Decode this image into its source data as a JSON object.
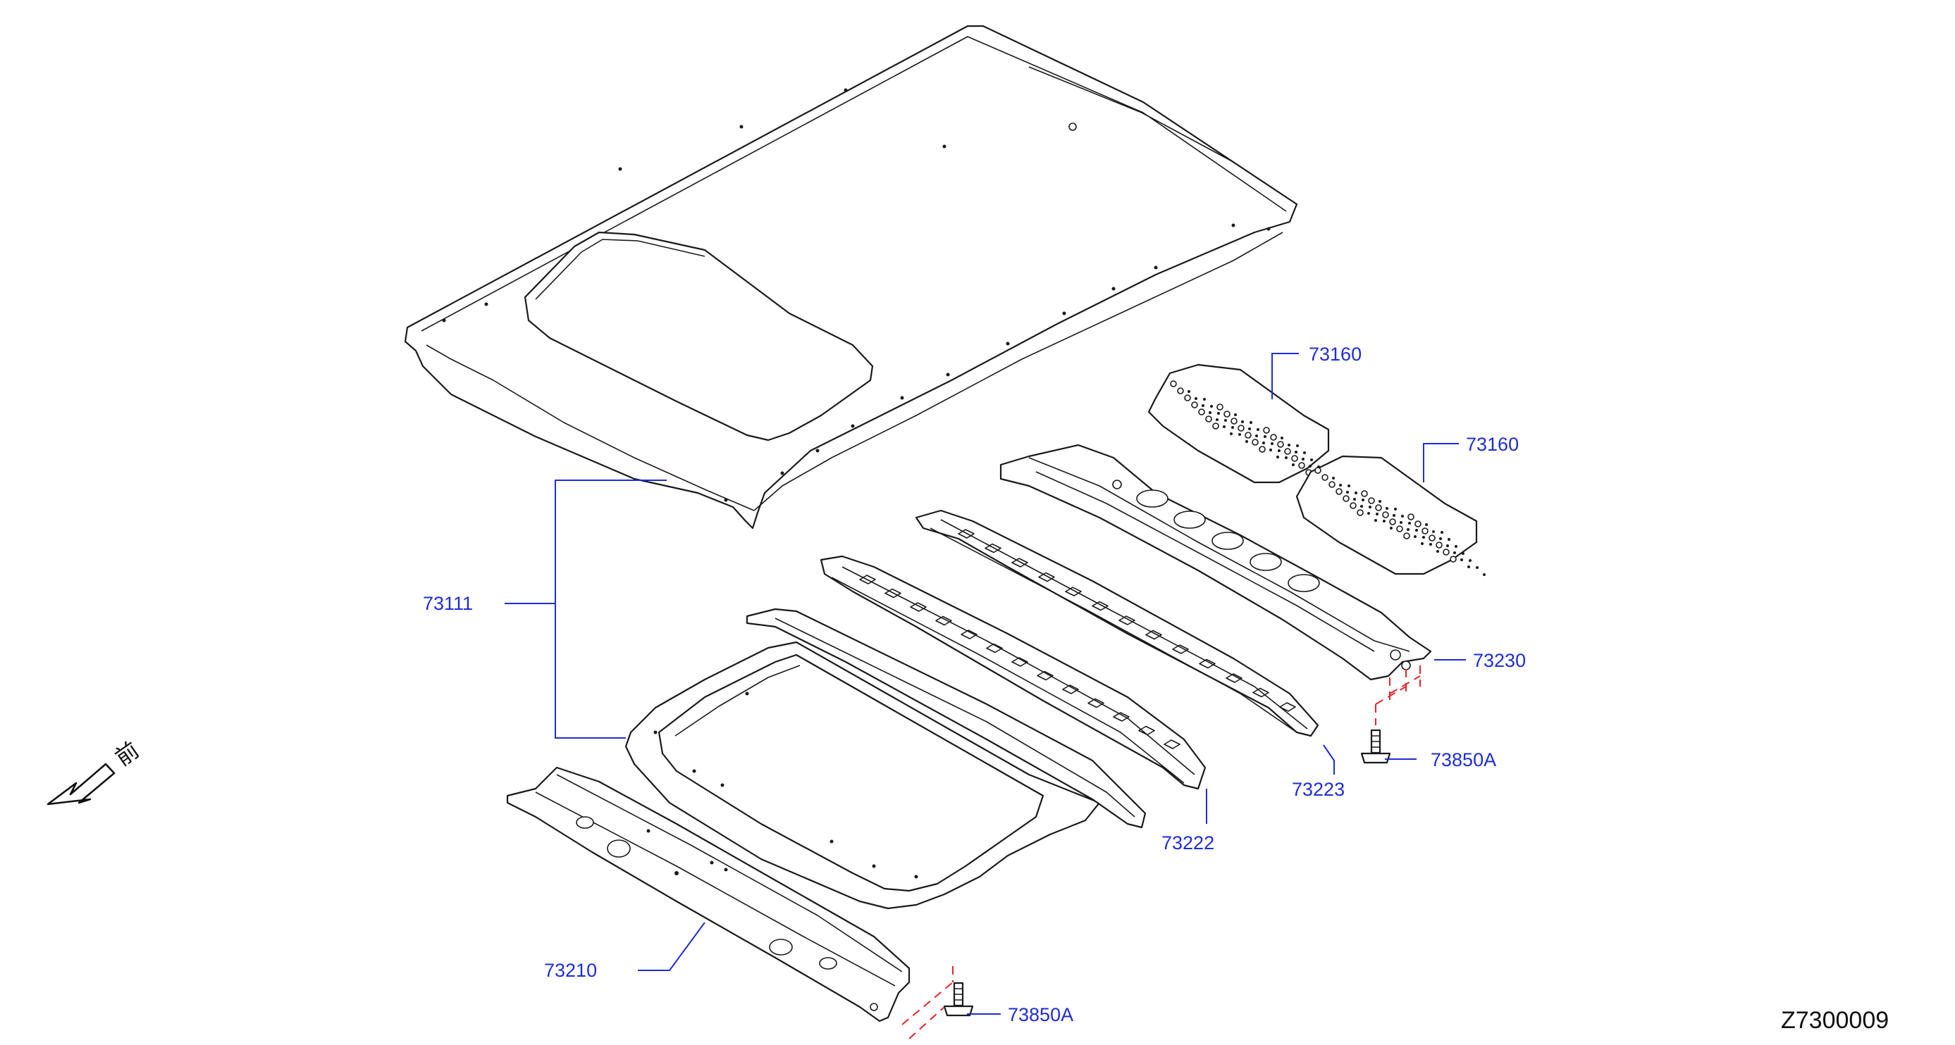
{
  "callouts": {
    "roof_panel": "73111",
    "headlining_pad_upper": "73160",
    "headlining_pad_lower": "73160",
    "rear_rail": "73230",
    "bow_rear": "73223",
    "bow_front": "73222",
    "front_rail": "73210",
    "clip_rear": "73850A",
    "clip_front": "73850A"
  },
  "direction_label": "前",
  "figure_id": "Z7300009",
  "colors": {
    "callout_text": "#1f2cd8",
    "leader_line": "#1f2cd8",
    "dashed_guide": "#e8232a",
    "part_stroke": "#1a1a1a"
  },
  "icons": [
    "front-direction-arrow-icon"
  ]
}
